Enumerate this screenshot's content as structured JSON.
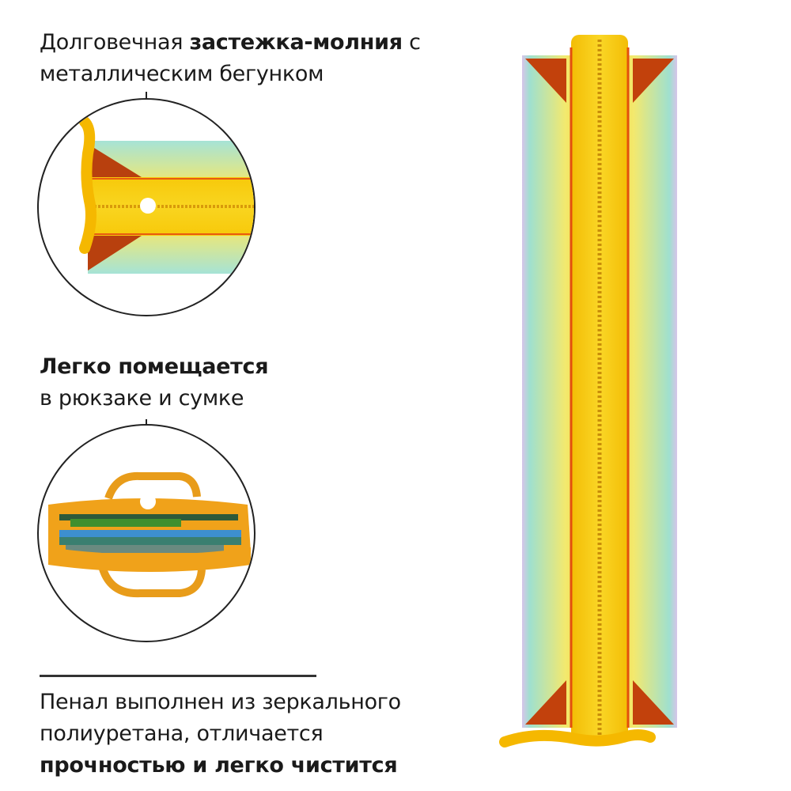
{
  "callouts": [
    {
      "id": "zipper",
      "line1_prefix": "Долговечная ",
      "line1_bold": "застежка-молния",
      "line1_suffix": " с",
      "line2": "металлическим бегунком"
    },
    {
      "id": "fits",
      "line1_bold": "Легко помещается",
      "line2": "в рюкзаке и сумке"
    },
    {
      "id": "material",
      "line1": "Пенал выполнен из зеркального",
      "line2": "полиуретана, отличается",
      "line3_bold": "прочностью и легко чистится"
    }
  ],
  "images": {
    "zipper_closeup": "zipper-detail",
    "bag_closeup": "pencil-case-in-bag",
    "product": "holographic-pencil-case"
  },
  "colors": {
    "zipper": "#f5c400",
    "pull_tab": "#f2b705",
    "holo_left": "#9fe0cf",
    "holo_mid": "#f4e96a",
    "corner": "#c2410c",
    "bag": "#f0a21a"
  }
}
